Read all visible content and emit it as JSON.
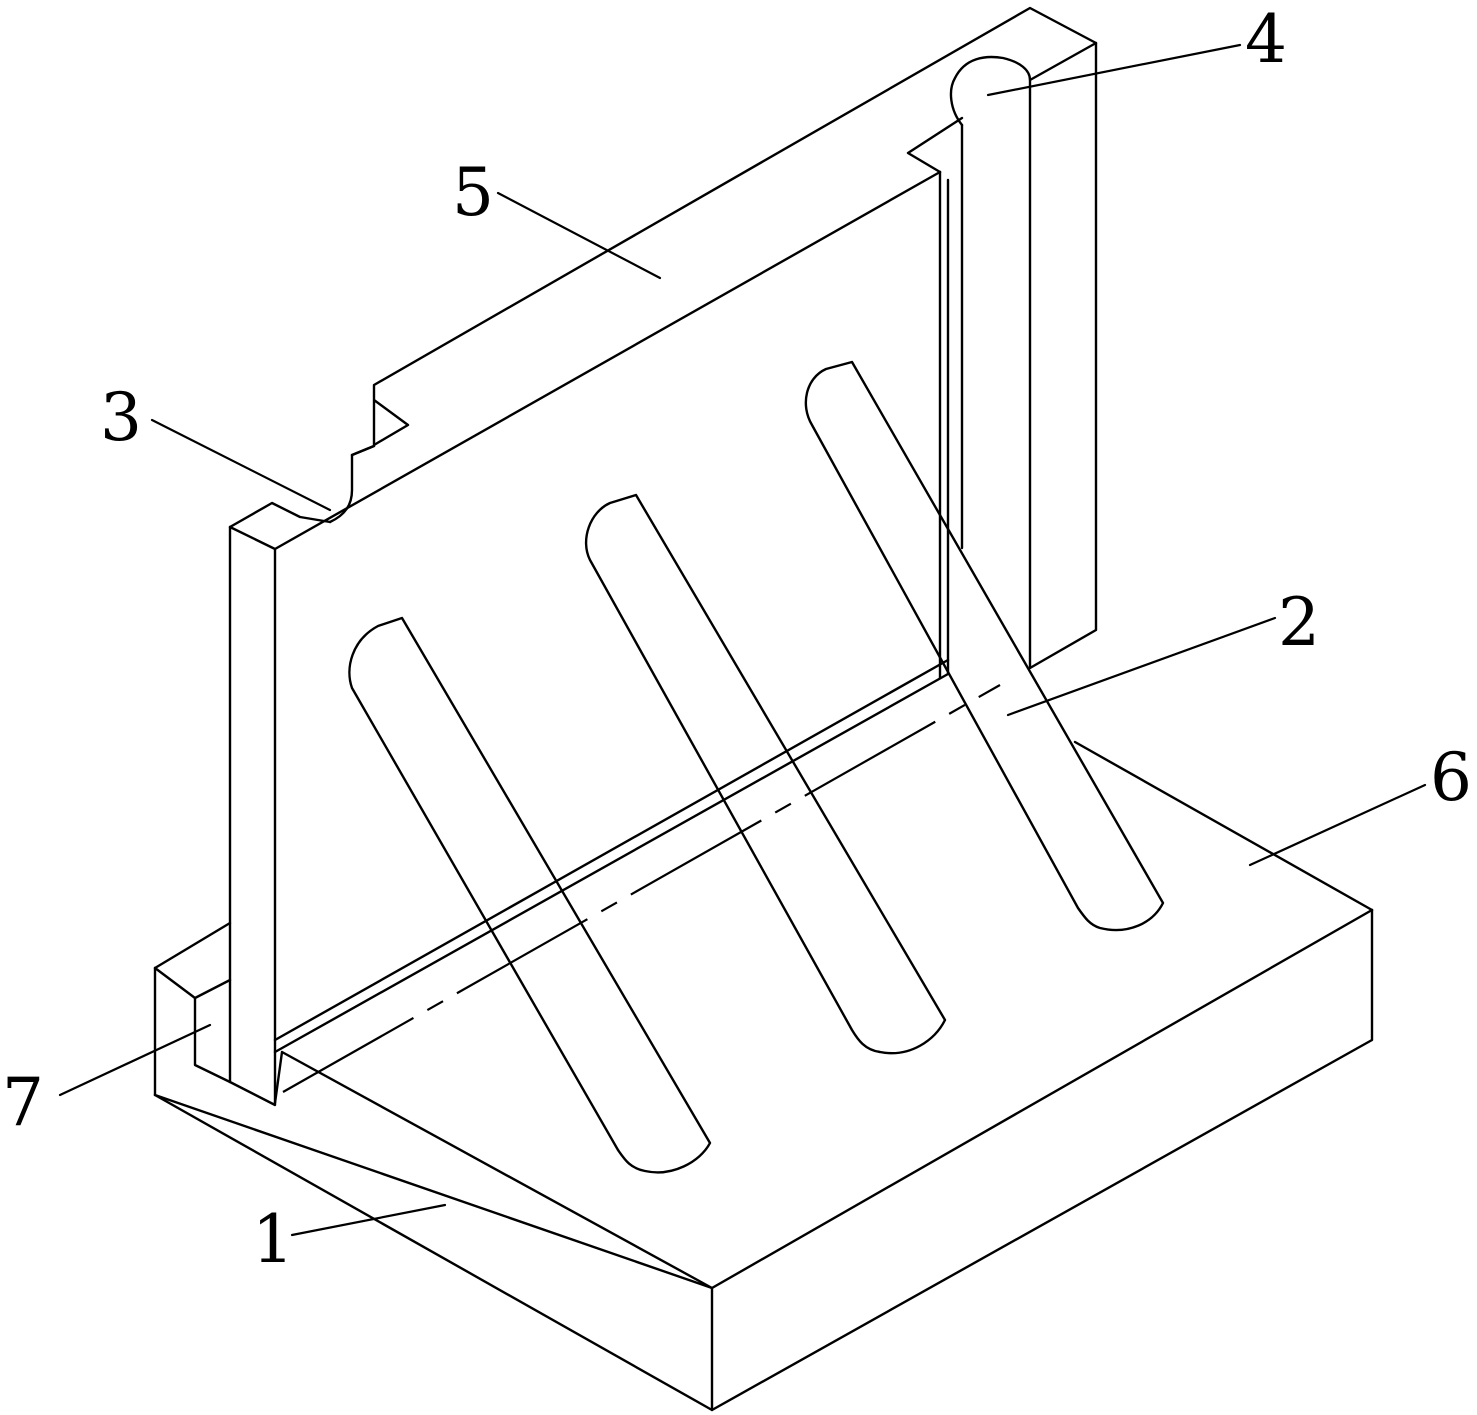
{
  "figure": {
    "callouts": [
      {
        "id": "1",
        "text": "1"
      },
      {
        "id": "2",
        "text": "2"
      },
      {
        "id": "3",
        "text": "3"
      },
      {
        "id": "4",
        "text": "4"
      },
      {
        "id": "5",
        "text": "5"
      },
      {
        "id": "6",
        "text": "6"
      },
      {
        "id": "7",
        "text": "7"
      }
    ]
  }
}
